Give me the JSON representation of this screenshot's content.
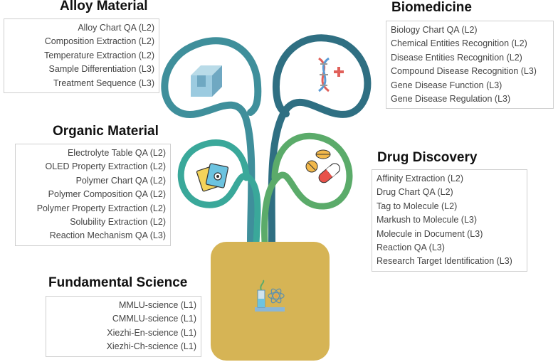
{
  "colors": {
    "pot": "#d6b455",
    "alloy_branch": "#3f8f9b",
    "bio_branch": "#2f6f82",
    "organic_branch": "#3aa89a",
    "drug_branch": "#5bab6a"
  },
  "icons": {
    "alloy": "steel-beam-icon",
    "bio": "dna-icon",
    "organic": "molecule-cards-icon",
    "drug": "pills-icon",
    "science": "science-lab-icon"
  },
  "sections": {
    "alloy": {
      "title": "Alloy Material",
      "items": [
        "Alloy Chart QA (L2)",
        "Composition Extraction (L2)",
        "Temperature Extraction (L2)",
        "Sample Differentiation (L3)",
        "Treatment Sequence (L3)"
      ]
    },
    "bio": {
      "title": "Biomedicine",
      "items": [
        "Biology Chart QA (L2)",
        "Chemical Entities Recognition (L2)",
        "Disease Entities Recognition (L2)",
        "Compound Disease Recognition (L3)",
        "Gene Disease Function (L3)",
        "Gene Disease Regulation (L3)"
      ]
    },
    "organic": {
      "title": "Organic Material",
      "items": [
        "Electrolyte Table QA (L2)",
        "OLED Property Extraction (L2)",
        "Polymer Chart QA (L2)",
        "Polymer Composition QA (L2)",
        "Polymer Property Extraction (L2)",
        "Solubility Extraction (L2)",
        "Reaction Mechanism QA (L3)"
      ]
    },
    "drug": {
      "title": "Drug Discovery",
      "items": [
        "Affinity Extraction (L2)",
        "Drug Chart QA (L2)",
        "Tag to Molecule (L2)",
        "Markush to Molecule (L3)",
        "Molecule in Document (L3)",
        "Reaction QA (L3)",
        "Research Target Identification (L3)"
      ]
    },
    "science": {
      "title": "Fundamental Science",
      "items": [
        "MMLU-science (L1)",
        "CMMLU-science (L1)",
        "Xiezhi-En-science (L1)",
        "Xiezhi-Ch-science (L1)"
      ]
    }
  }
}
